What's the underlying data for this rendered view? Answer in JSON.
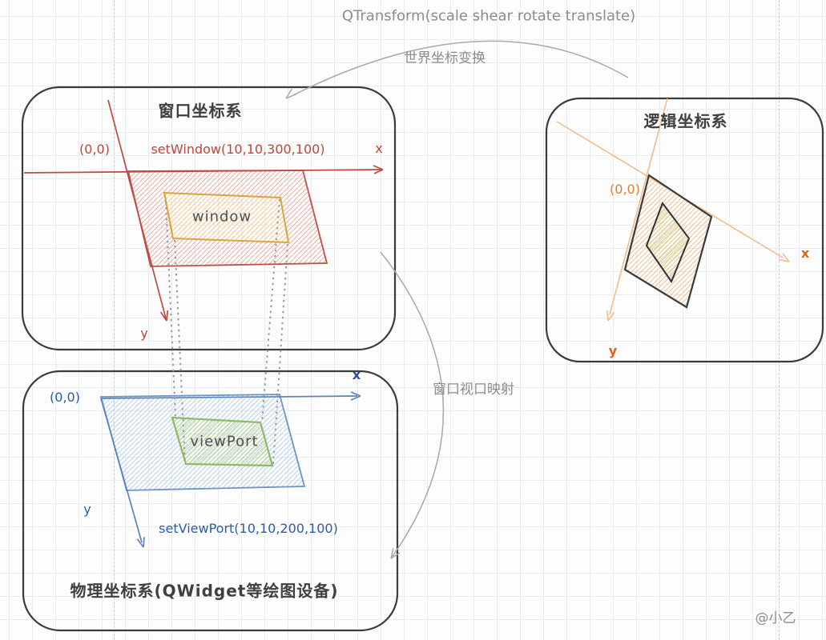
{
  "page": {
    "title_top": "QTransform(scale shear rotate translate)",
    "world_transform_arrow_label": "世界坐标变换",
    "viewport_mapping_arrow_label": "窗口视口映射",
    "watermark": "@小乙"
  },
  "window_box": {
    "title": "窗口坐标系",
    "origin_label": "(0,0)",
    "set_window_call": "setWindow(10,10,300,100)",
    "x_axis_label": "x",
    "y_axis_label": "y",
    "shape_label": "window"
  },
  "logical_box": {
    "title": "逻辑坐标系",
    "origin_label": "(0,0)",
    "x_axis_label": "x",
    "y_axis_label": "y"
  },
  "physical_box": {
    "title": "物理坐标系(QWidget等绘图设备)",
    "origin_label": "(0,0)",
    "set_viewport_call": "setViewPort(10,10,200,100)",
    "x_axis_label": "x",
    "y_axis_label": "y",
    "shape_label": "viewPort"
  },
  "colors": {
    "box_outline": "#3b3b3b",
    "red_axis": "#bf4a42",
    "red_hatch": "#eeb4ab",
    "yellow_outline": "#d6a73c",
    "yellow_hatch": "#f3d79e",
    "blue_axis": "#5b84bc",
    "blue_text": "#2b5ca8",
    "blue_hatch": "#c0d4ea",
    "green_outline": "#8cb96a",
    "green_hatch": "#c6db9f",
    "orange_axis": "#f2bc8a",
    "orange_text": "#e87d2e",
    "orange_hatch": "#f0c79b",
    "olive_hatch": "#d6dc9f",
    "gray_arrow": "#a9a9a9",
    "gray_text": "#8c8c8c",
    "dotted_connector": "#9b9b9b",
    "grid": "#e8eced"
  }
}
